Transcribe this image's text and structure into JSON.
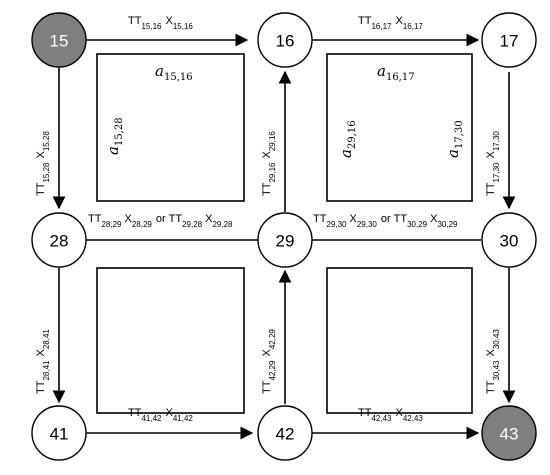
{
  "colors": {
    "highlight_node": "#7f7f7f",
    "node": "#ffffff",
    "stroke": "#000000"
  },
  "nodes": [
    {
      "id": "15",
      "label": "15",
      "highlighted": true
    },
    {
      "id": "16",
      "label": "16",
      "highlighted": false
    },
    {
      "id": "17",
      "label": "17",
      "highlighted": false
    },
    {
      "id": "28",
      "label": "28",
      "highlighted": false
    },
    {
      "id": "29",
      "label": "29",
      "highlighted": false
    },
    {
      "id": "30",
      "label": "30",
      "highlighted": false
    },
    {
      "id": "41",
      "label": "41",
      "highlighted": false
    },
    {
      "id": "42",
      "label": "42",
      "highlighted": false
    },
    {
      "id": "43",
      "label": "43",
      "highlighted": true
    }
  ],
  "edges": {
    "e15_16": {
      "tt": "TT",
      "tt_sub": "15,16",
      "x": "X",
      "x_sub": "15,16"
    },
    "e16_17": {
      "tt": "TT",
      "tt_sub": "16,17",
      "x": "X",
      "x_sub": "16,17"
    },
    "e15_28": {
      "tt": "TT",
      "tt_sub": "15,28",
      "x": "X",
      "x_sub": "15,28"
    },
    "e29_16": {
      "tt": "TT",
      "tt_sub": "29,16",
      "x": "X",
      "x_sub": "29,16"
    },
    "e17_30": {
      "tt": "TT",
      "tt_sub": "17,30",
      "x": "X",
      "x_sub": "17,30"
    },
    "e28_29": {
      "tt": "TT",
      "tt_sub": "28,29",
      "x": "X",
      "x_sub": "28,29",
      "or": "or",
      "tt2": "TT",
      "tt2_sub": "29,28",
      "x2": "X",
      "x2_sub": "29,28"
    },
    "e29_30": {
      "tt": "TT",
      "tt_sub": "29,30",
      "x": "X",
      "x_sub": "29,30",
      "or": "or",
      "tt2": "TT",
      "tt2_sub": "30,29",
      "x2": "X",
      "x2_sub": "30,29"
    },
    "e28_41": {
      "tt": "TT",
      "tt_sub": "28,41",
      "x": "X",
      "x_sub": "28,41"
    },
    "e42_29": {
      "tt": "TT",
      "tt_sub": "42,29",
      "x": "X",
      "x_sub": "42,29"
    },
    "e30_43": {
      "tt": "TT",
      "tt_sub": "30,43",
      "x": "X",
      "x_sub": "30,43"
    },
    "e41_42": {
      "tt": "TT",
      "tt_sub": "41,42",
      "x": "X",
      "x_sub": "41,42"
    },
    "e42_43": {
      "tt": "TT",
      "tt_sub": "42,43",
      "x": "X",
      "x_sub": "42,43"
    }
  },
  "areas": {
    "a15_16": {
      "symbol": "a",
      "sub": "15,16"
    },
    "a16_17": {
      "symbol": "a",
      "sub": "16,17"
    },
    "a15_28": {
      "symbol": "a",
      "sub": "15,28"
    },
    "a29_16": {
      "symbol": "a",
      "sub": "29,16"
    },
    "a17_30": {
      "symbol": "a",
      "sub": "17,30"
    }
  }
}
